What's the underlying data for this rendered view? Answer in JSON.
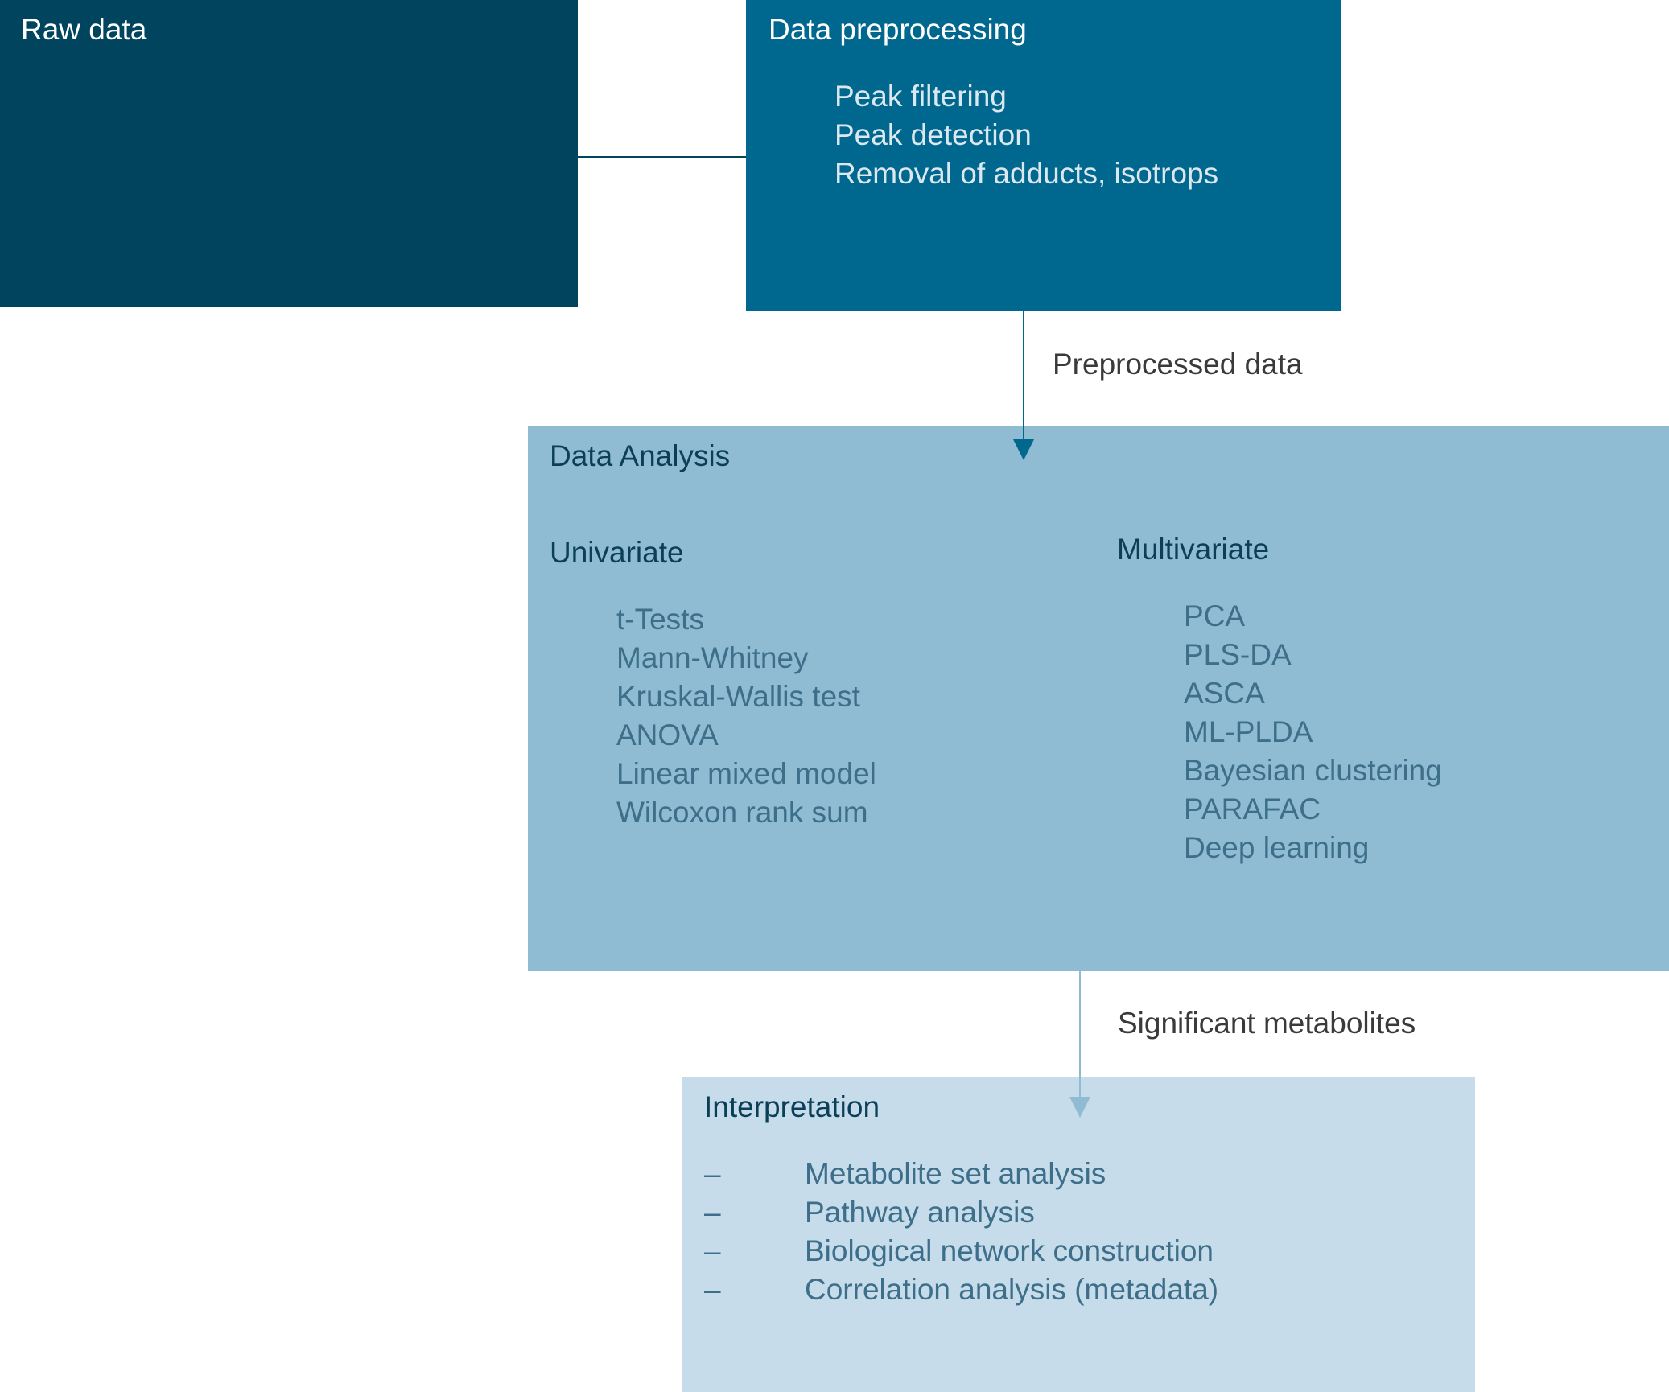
{
  "raw_data": {
    "title": "Raw data"
  },
  "preprocessing": {
    "title": "Data preprocessing",
    "items": [
      "Peak filtering",
      "Peak detection",
      "Removal of adducts, isotrops"
    ]
  },
  "edge_preprocessed": {
    "label": "Preprocessed data"
  },
  "analysis": {
    "title": "Data Analysis",
    "univariate": {
      "heading": "Univariate",
      "items": [
        "t-Tests",
        "Mann-Whitney",
        "Kruskal-Wallis test",
        "ANOVA",
        "Linear mixed model",
        "Wilcoxon rank sum"
      ]
    },
    "multivariate": {
      "heading": "Multivariate",
      "items": [
        "PCA",
        "PLS-DA",
        "ASCA",
        "ML-PLDA",
        "Bayesian clustering",
        "PARAFAC",
        "Deep learning"
      ]
    }
  },
  "edge_significant": {
    "label": "Significant metabolites"
  },
  "interpretation": {
    "title": "Interpretation",
    "bullet": "–",
    "items": [
      "Metabolite set analysis",
      "Pathway analysis",
      "Biological network construction",
      "Correlation analysis (metadata)"
    ]
  },
  "colors": {
    "raw": "#00445e",
    "preprocessing": "#00678e",
    "analysis": "#8fbbd3",
    "interpretation": "#c6dcea"
  }
}
